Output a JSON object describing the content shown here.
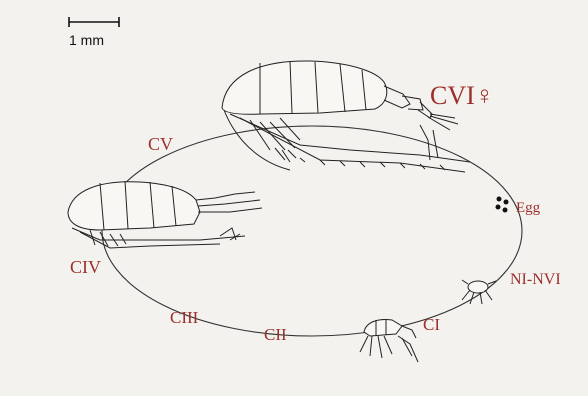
{
  "scale_bar": {
    "label": "1 mm"
  },
  "stages": {
    "cvi": "CVI♀",
    "cv": "CV",
    "egg": "Egg",
    "nauplius": "NI-NVI",
    "ci": "CI",
    "cii": "CII",
    "ciii": "CIII",
    "civ": "CIV"
  },
  "colors": {
    "label": "#9b2f2a",
    "ink": "#222222",
    "background": "#f4f2ef"
  }
}
